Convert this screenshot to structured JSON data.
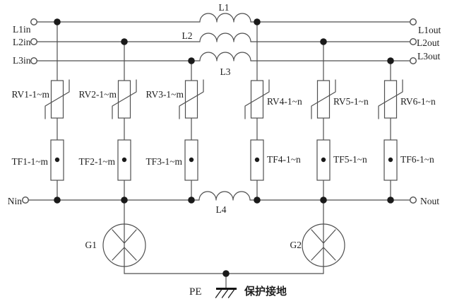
{
  "figure": {
    "type": "circuit-schematic",
    "description": "Three-phase surge protective device schematic with varistors, thermal fuses, inductors and gas discharge tubes",
    "colors": {
      "background": "#ffffff",
      "line": "#4f4f4f",
      "junction": "#1a1a1a",
      "text": "#1f1f1f"
    }
  },
  "terminals": {
    "l1in": "L1in",
    "l2in": "L2in",
    "l3in": "L3in",
    "nin": "Nin",
    "l1out": "L1out",
    "l2out": "L2out",
    "l3out": "L3out",
    "nout": "Nout"
  },
  "inductors": {
    "l1": "L1",
    "l2": "L2",
    "l3": "L3",
    "l4": "L4"
  },
  "varistors": {
    "rv1": "RV1-1~m",
    "rv2": "RV2-1~m",
    "rv3": "RV3-1~m",
    "rv4": "RV4-1~n",
    "rv5": "RV5-1~n",
    "rv6": "RV6-1~n"
  },
  "thermal_fuses": {
    "tf1": "TF1-1~m",
    "tf2": "TF2-1~m",
    "tf3": "TF3-1~m",
    "tf4": "TF4-1~n",
    "tf5": "TF5-1~n",
    "tf6": "TF6-1~n"
  },
  "discharge_tubes": {
    "g1": "G1",
    "g2": "G2"
  },
  "ground": {
    "pe_label": "PE",
    "earth_label": "保护接地"
  }
}
